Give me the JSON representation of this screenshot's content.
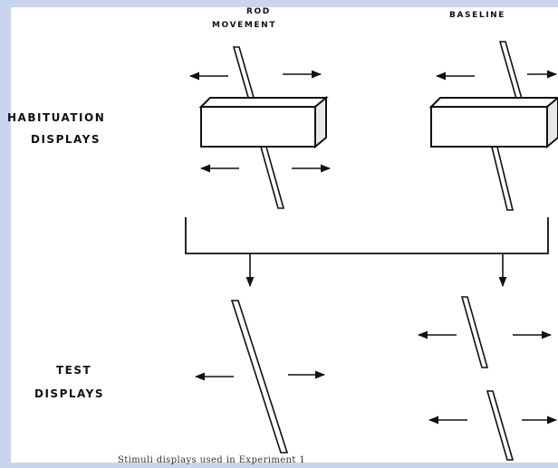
{
  "labels": {
    "rod_movement": [
      "ROD",
      "MOVEMENT"
    ],
    "baseline": "BASELINE",
    "habituation": [
      "HABITUATION",
      "DISPLAYS"
    ],
    "test": [
      "TEST",
      "DISPLAYS"
    ]
  },
  "caption": "Stimuli displays used in Experiment 1",
  "colors": {
    "frame": "#c9d5ec",
    "ink": "#111111"
  }
}
